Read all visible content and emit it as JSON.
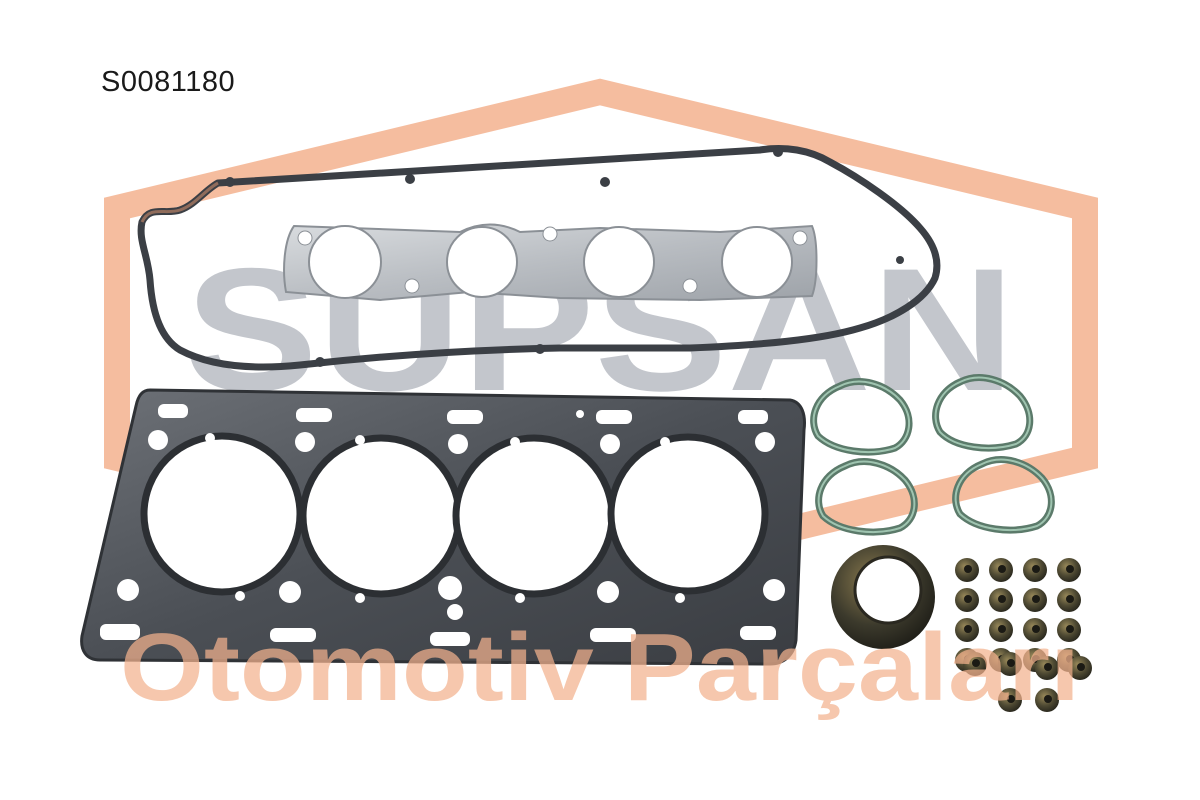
{
  "product": {
    "code": "S0081180"
  },
  "watermark": {
    "brand": "SUPSAN",
    "tagline": "Otomotiv Parçaları",
    "brand_color": "#a9aeb6",
    "accent_color": "#f3b28e"
  },
  "parts": {
    "valve_cover_gasket": "valve-cover-gasket",
    "exhaust_manifold_gasket": "exhaust-manifold-gasket",
    "head_gasket": "cylinder-head-gasket",
    "intake_seals_count": 4,
    "valve_stem_seals_count": 24,
    "shaft_seal": "shaft-oil-seal"
  }
}
